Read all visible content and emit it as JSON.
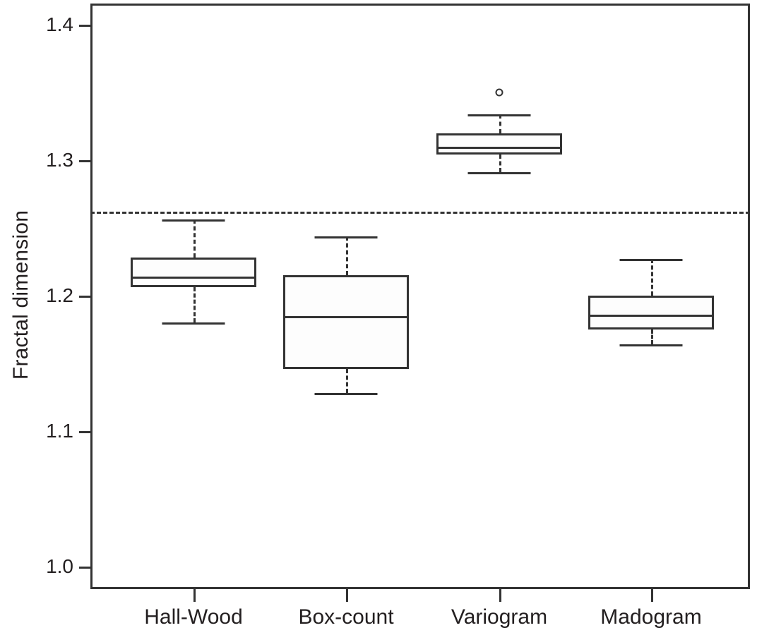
{
  "chart_data": {
    "type": "box",
    "title": "",
    "xlabel": "",
    "ylabel": "Fractal dimension",
    "categories": [
      "Hall-Wood",
      "Box-count",
      "Variogram",
      "Madogram"
    ],
    "ylim": [
      0.99,
      1.425
    ],
    "yticks": [
      1.0,
      1.1,
      1.2,
      1.3,
      1.4
    ],
    "ytick_labels": [
      "1.0",
      "1.1",
      "1.2",
      "1.3",
      "1.4"
    ],
    "grid": false,
    "legend": "none",
    "reference_line": {
      "value": 1.262,
      "label": "",
      "style": "dashed",
      "orientation": "horizontal"
    },
    "boxes": [
      {
        "name": "Hall-Wood",
        "whisker_low": 1.18,
        "q1": 1.206,
        "median": 1.214,
        "q3": 1.228,
        "whisker_high": 1.256,
        "outliers": []
      },
      {
        "name": "Box-count",
        "whisker_low": 1.128,
        "q1": 1.146,
        "median": 1.185,
        "q3": 1.215,
        "whisker_high": 1.244,
        "outliers": []
      },
      {
        "name": "Variogram",
        "whisker_low": 1.291,
        "q1": 1.304,
        "median": 1.31,
        "q3": 1.32,
        "whisker_high": 1.334,
        "outliers": [
          1.35
        ]
      },
      {
        "name": "Madogram",
        "whisker_low": 1.164,
        "q1": 1.175,
        "median": 1.186,
        "q3": 1.2,
        "whisker_high": 1.227,
        "outliers": []
      }
    ],
    "colors": {
      "line": "#333333",
      "box_fill": "#fdfdfd",
      "text": "#231f20",
      "background": "#ffffff"
    }
  },
  "axes": {
    "y_title": "Fractal dimension"
  }
}
